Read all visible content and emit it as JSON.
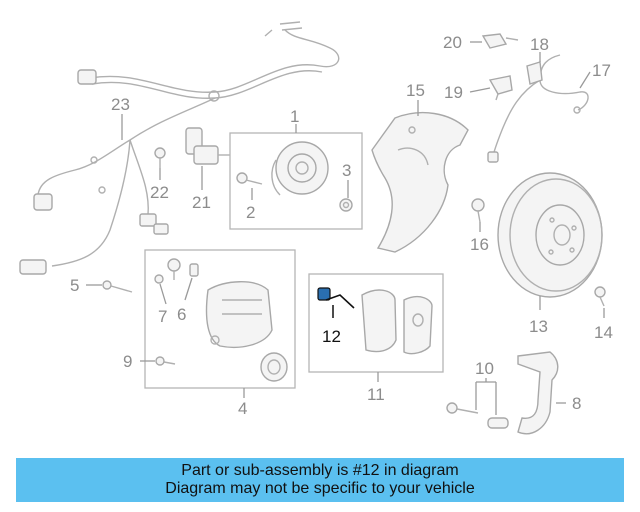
{
  "callouts": {
    "n1": "1",
    "n2": "2",
    "n3": "3",
    "n4": "4",
    "n5": "5",
    "n6": "6",
    "n7": "7",
    "n8": "8",
    "n9": "9",
    "n10": "10",
    "n11": "11",
    "n12": "12",
    "n13": "13",
    "n14": "14",
    "n15": "15",
    "n16": "16",
    "n17": "17",
    "n18": "18",
    "n19": "19",
    "n20": "20",
    "n21": "21",
    "n22": "22",
    "n23": "23"
  },
  "highlighted_part": "12",
  "colors": {
    "banner": "#5bc0f0",
    "part_line": "#b0b0b0",
    "label": "#8c8c8c",
    "highlight": "#111111",
    "sensor_accent": "#2a6fb0"
  },
  "banner": {
    "line1": "Part or sub-assembly is #12 in diagram",
    "line2": "Diagram may not be specific to your vehicle"
  }
}
